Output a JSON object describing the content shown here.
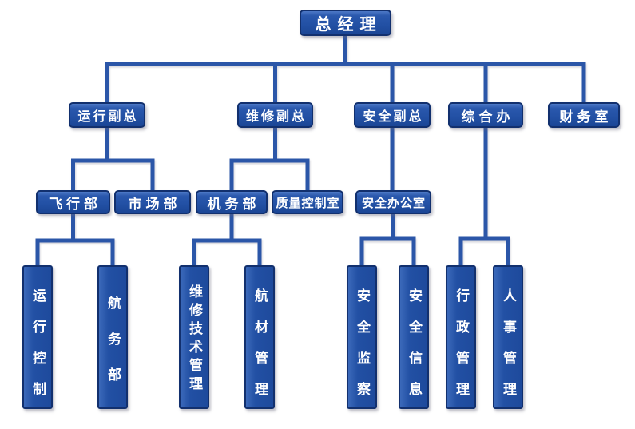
{
  "nodes": {
    "general_manager": {
      "label": "总经理"
    },
    "operations_vp": {
      "label": "运行副总"
    },
    "maintenance_vp": {
      "label": "维修副总"
    },
    "safety_vp": {
      "label": "安全副总"
    },
    "general_office": {
      "label": "综合办"
    },
    "finance_office": {
      "label": "财务室"
    },
    "flight_dept": {
      "label": "飞行部"
    },
    "marketing_dept": {
      "label": "市场部"
    },
    "aircraft_maint_dept": {
      "label": "机务部"
    },
    "quality_control_office": {
      "label": "质量控制室"
    },
    "safety_office": {
      "label": "安全办公室"
    },
    "operations_control": {
      "label": "运行控制"
    },
    "flight_service_dept": {
      "label": "航务部"
    },
    "maint_tech_mgmt": {
      "label": "维修技术管理"
    },
    "aviation_material_mgmt": {
      "label": "航材管理"
    },
    "safety_supervision": {
      "label": "安全监察"
    },
    "safety_information": {
      "label": "安全信息"
    },
    "admin_mgmt": {
      "label": "行政管理"
    },
    "personnel_mgmt": {
      "label": "人事管理"
    }
  },
  "hierarchy": [
    {
      "parent": "总经理",
      "children": [
        "运行副总",
        "维修副总",
        "安全副总",
        "综合办",
        "财务室"
      ]
    },
    {
      "parent": "运行副总",
      "children": [
        "飞行部",
        "市场部"
      ]
    },
    {
      "parent": "维修副总",
      "children": [
        "机务部",
        "质量控制室"
      ]
    },
    {
      "parent": "安全副总",
      "children": [
        "安全办公室"
      ]
    },
    {
      "parent": "综合办",
      "children": [
        "行政管理",
        "人事管理"
      ]
    },
    {
      "parent": "飞行部",
      "children": [
        "运行控制",
        "航务部"
      ]
    },
    {
      "parent": "机务部",
      "children": [
        "维修技术管理",
        "航材管理"
      ]
    },
    {
      "parent": "安全办公室",
      "children": [
        "安全监察",
        "安全信息"
      ]
    }
  ],
  "colors": {
    "background": "#ffffff",
    "box_fill": "#2250a4",
    "box_border": "#12306e",
    "connector": "#2b56a8",
    "text": "#ffffff"
  }
}
